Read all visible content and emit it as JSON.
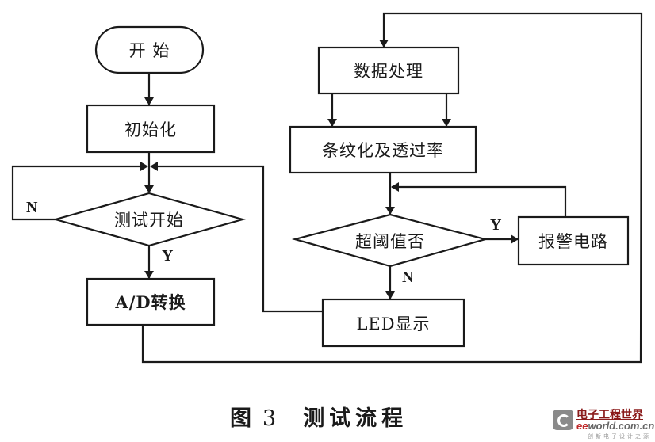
{
  "figure": {
    "caption_prefix": "图",
    "caption_number": "3",
    "caption_title": "测试流程"
  },
  "nodes": {
    "start": {
      "label": "开 始",
      "shape": "terminal"
    },
    "init": {
      "label": "初始化",
      "shape": "process"
    },
    "test_start": {
      "label": "测试开始",
      "shape": "decision"
    },
    "ad_convert": {
      "label": "A/D转换",
      "shape": "process"
    },
    "data_process": {
      "label": "数据处理",
      "shape": "process"
    },
    "stripe_transmittance": {
      "label": "条纹化及透过率",
      "shape": "process"
    },
    "over_threshold": {
      "label": "超阈值否",
      "shape": "decision"
    },
    "alarm_circuit": {
      "label": "报警电路",
      "shape": "process"
    },
    "led_display": {
      "label": "LED显示",
      "shape": "process"
    }
  },
  "edges": [
    {
      "from": "start",
      "to": "init",
      "label": ""
    },
    {
      "from": "init",
      "to": "test_start",
      "label": ""
    },
    {
      "from": "test_start",
      "to": "test_start",
      "label": "N"
    },
    {
      "from": "test_start",
      "to": "ad_convert",
      "label": "Y"
    },
    {
      "from": "ad_convert",
      "to": "data_process",
      "label": ""
    },
    {
      "from": "data_process",
      "to": "stripe_transmittance",
      "label": ""
    },
    {
      "from": "stripe_transmittance",
      "to": "over_threshold",
      "label": ""
    },
    {
      "from": "over_threshold",
      "to": "alarm_circuit",
      "label": "Y"
    },
    {
      "from": "alarm_circuit",
      "to": "over_threshold",
      "label": ""
    },
    {
      "from": "over_threshold",
      "to": "led_display",
      "label": "N"
    },
    {
      "from": "led_display",
      "to": "test_start",
      "label": ""
    }
  ],
  "edge_labels": {
    "test_no": "N",
    "test_yes": "Y",
    "threshold_yes": "Y",
    "threshold_no": "N"
  },
  "watermark": {
    "title": "电子工程世界",
    "url_prefix": "ee",
    "url_rest": "world.com.cn",
    "slogan": "创新电子设计之源"
  },
  "colors": {
    "line": "#1a1a1a",
    "background": "#ffffff",
    "watermark_red": "#c0292a"
  }
}
